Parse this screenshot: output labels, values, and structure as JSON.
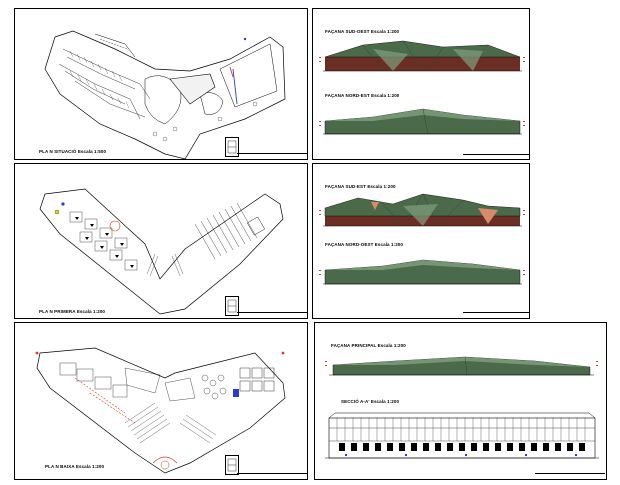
{
  "colors": {
    "roof_green": "#4a6a4a",
    "roof_light": "#7fa07f",
    "facade_red": "#6b2e24",
    "accent_red": "#d23a2a",
    "accent_blue": "#2a3ad2",
    "line": "#000000"
  },
  "sheets": {
    "plan_site": {
      "label": "PLA N SITUACIÓ   Escala 1:500"
    },
    "plan_first": {
      "label": "PLA N PRIMERA   Escala 1:200"
    },
    "plan_ground": {
      "label": "PLA N BAIXA   Escala 1:200"
    },
    "facade_south_1": {
      "label": "FAÇANA  SUD-OEST   Escala 1:200"
    },
    "facade_north_1": {
      "label": "FAÇANA  NORD-EST   Escala 1:200"
    },
    "facade_south_2": {
      "label": "FAÇANA  SUD-EST   Escala 1:200"
    },
    "facade_north_2": {
      "label": "FAÇANA  NORD-OEST   Escala 1:200"
    },
    "facade_main": {
      "label": "FAÇANA  PRINCIPAL   Escala 1:200"
    },
    "section": {
      "label": "SECCIÓ  A-A'   Escala 1:200"
    }
  }
}
